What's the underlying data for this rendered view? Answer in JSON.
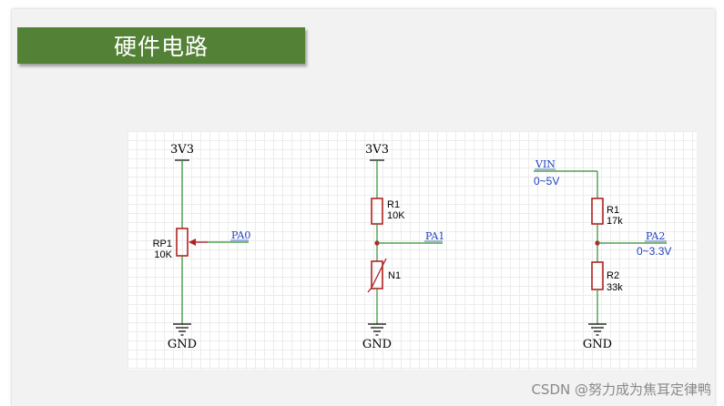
{
  "slide": {
    "title": "硬件电路"
  },
  "colors": {
    "title_bar": "#538135",
    "wire": "#2f8f2f",
    "component": "#b22222",
    "net_label": "#1f3fbf",
    "text": "#000000"
  },
  "circuit_1": {
    "power": "3V3",
    "component_ref": "RP1",
    "component_value": "10K",
    "net": "PA0",
    "ground": "GND"
  },
  "circuit_2": {
    "power": "3V3",
    "r_ref": "R1",
    "r_value": "10K",
    "net": "PA1",
    "thermistor_ref": "N1",
    "ground": "GND"
  },
  "circuit_3": {
    "input_net": "VIN",
    "input_range": "0~5V",
    "r1_ref": "R1",
    "r1_value": "17k",
    "output_net": "PA2",
    "output_range": "0~3.3V",
    "r2_ref": "R2",
    "r2_value": "33k",
    "ground": "GND"
  },
  "watermark": "CSDN @努力成为焦耳定律鸭"
}
